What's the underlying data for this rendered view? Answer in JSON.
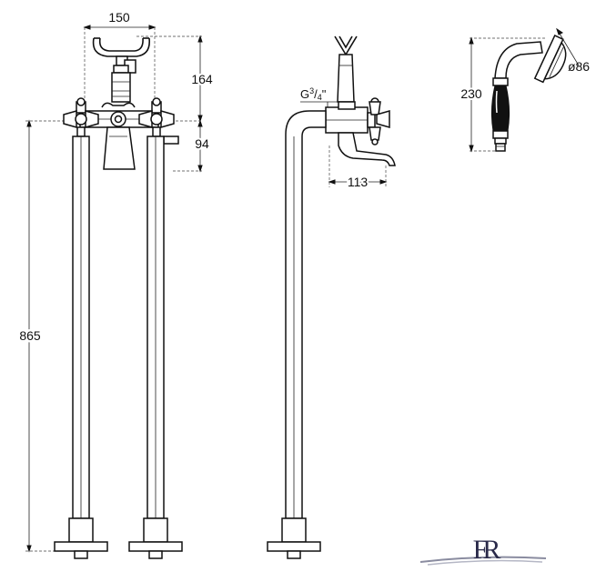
{
  "dimensions": {
    "front_width": "150",
    "handshower_holder_height": "164",
    "spout_height": "94",
    "total_height": "865",
    "spout_reach": "113",
    "thread_prefix": "G",
    "thread_num": "3",
    "thread_den": "4",
    "thread_unit": "\"",
    "handshower_length": "230",
    "handshower_diameter": "ø86"
  },
  "logo": {
    "text": "FR"
  }
}
